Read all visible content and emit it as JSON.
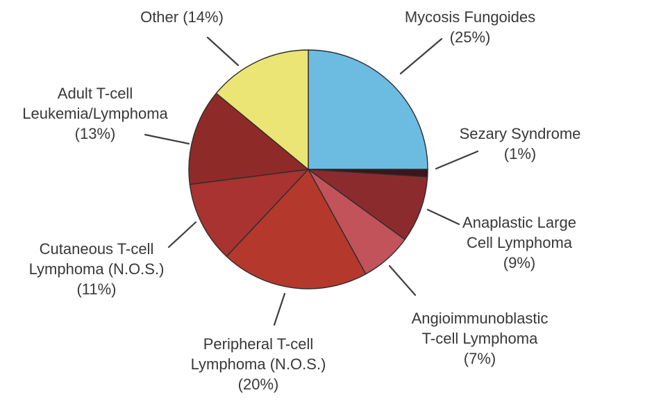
{
  "figure": {
    "description": "Pie chart of T-cell lymphoma subtype distribution",
    "background_color": "#ffffff",
    "text_color": "#383838"
  },
  "chart_data": {
    "type": "pie",
    "title": "",
    "start_angle_deg": 0,
    "direction": "clockwise",
    "outline_color": "#2d2d2d",
    "leader_line_color": "#3d3d3d",
    "slices": [
      {
        "id": "mycosis-fungoides",
        "label": "Mycosis Fungoides",
        "pct": 25,
        "color": "#6CBCE2"
      },
      {
        "id": "sezary-syndrome",
        "label": "Sezary Syndrome",
        "pct": 1,
        "color": "#3A151B"
      },
      {
        "id": "anaplastic-large-cell-lymphoma",
        "label": "Anaplastic Large Cell Lymphoma",
        "pct": 9,
        "color": "#8C2B2E"
      },
      {
        "id": "angioimmunoblastic-t-cell-lymphoma",
        "label": "Angioimmunoblastic T-cell Lymphoma",
        "pct": 7,
        "color": "#C2535A"
      },
      {
        "id": "peripheral-t-cell-lymphoma-nos",
        "label": "Peripheral T-cell Lymphoma (N.O.S.)",
        "pct": 20,
        "color": "#B4392C"
      },
      {
        "id": "cutaneous-t-cell-lymphoma-nos",
        "label": "Cutaneous T-cell Lymphoma (N.O.S.)",
        "pct": 11,
        "color": "#A83330"
      },
      {
        "id": "adult-t-cell-leukemia-lymphoma",
        "label": "Adult T-cell Leukemia/Lymphoma",
        "pct": 13,
        "color": "#8E2B28"
      },
      {
        "id": "other",
        "label": "Other",
        "pct": 14,
        "color": "#EAE574"
      }
    ]
  },
  "labels": {
    "other": {
      "text": "Other (14%)"
    },
    "mycosis": {
      "text": "Mycosis Fungoides\n(25%)"
    },
    "sezary": {
      "text": "Sezary Syndrome\n(1%)"
    },
    "anaplastic": {
      "text": "Anaplastic Large\nCell Lymphoma\n(9%)"
    },
    "angioimmunoblastic": {
      "text": "Angioimmunoblastic\nT-cell Lymphoma\n(7%)"
    },
    "peripheral": {
      "text": "Peripheral T-cell\nLymphoma (N.O.S.)\n(20%)"
    },
    "cutaneous": {
      "text": "Cutaneous T-cell\nLymphoma (N.O.S.)\n(11%)"
    },
    "adult": {
      "text": "Adult T-cell\nLeukemia/Lymphoma\n(13%)"
    }
  }
}
